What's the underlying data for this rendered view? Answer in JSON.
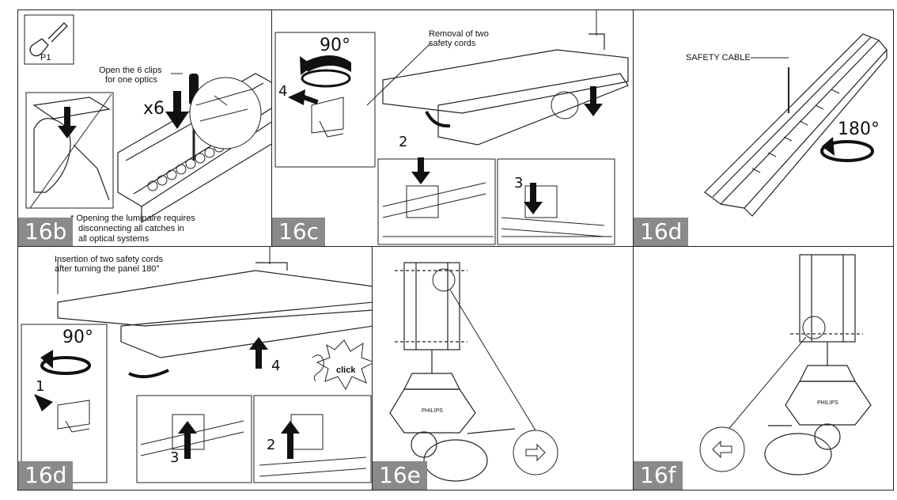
{
  "panels": {
    "p16b": {
      "badge": "16b",
      "tool_label": "P1",
      "clips_note": "Open the 6 clips for one optics",
      "clips_note_l1": "Open the 6 clips",
      "clips_note_l2": "for one optics",
      "count": "x6",
      "footnote_l1": "* Opening the luminaire requires",
      "footnote_l2": "disconnecting all catches in",
      "footnote_l3": "all optical systems"
    },
    "p16c": {
      "badge": "16c",
      "angle": "90°",
      "removal_l1": "Removal of two",
      "removal_l2": "safety cords",
      "step4": "4",
      "step2": "2",
      "step3": "3"
    },
    "p16d_top": {
      "badge": "16d",
      "safety_cable": "SAFETY CABLE",
      "angle": "180°"
    },
    "p16d_bottom": {
      "badge": "16d",
      "insertion_l1": "Insertion of two safety cords",
      "insertion_l2": "after turning the panel 180°",
      "angle": "90°",
      "step1": "1",
      "step2": "2",
      "step3": "3",
      "step4": "4",
      "click": "click"
    },
    "p16e": {
      "badge": "16e",
      "brand": "PHILIPS"
    },
    "p16f": {
      "badge": "16f",
      "brand": "PHILIPS"
    }
  }
}
